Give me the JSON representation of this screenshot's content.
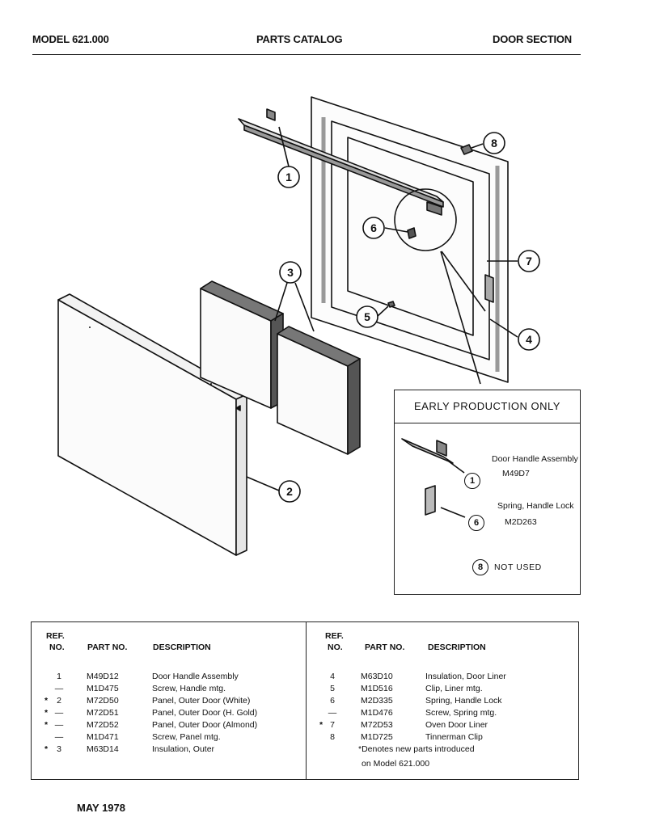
{
  "header": {
    "left": "MODEL 621.000",
    "center": "PARTS CATALOG",
    "right": "DOOR SECTION"
  },
  "diagram_callouts": [
    "1",
    "2",
    "3",
    "4",
    "5",
    "6",
    "7",
    "8"
  ],
  "early_box": {
    "title": "EARLY PRODUCTION ONLY",
    "items": [
      {
        "ref": "1",
        "description": "Door Handle Assembly",
        "part_no": "M49D7"
      },
      {
        "ref": "6",
        "description": "Spring, Handle Lock",
        "part_no": "M2D263"
      },
      {
        "ref": "8",
        "description": "NOT USED"
      }
    ]
  },
  "table": {
    "headers": {
      "ref": "REF.",
      "no": "NO.",
      "part_no": "PART NO.",
      "description": "DESCRIPTION"
    },
    "left_rows": [
      {
        "star": "",
        "ref": "1",
        "part_no": "M49D12",
        "description": "Door Handle Assembly"
      },
      {
        "star": "",
        "ref": "—",
        "part_no": "M1D475",
        "description": "Screw, Handle mtg."
      },
      {
        "star": "*",
        "ref": "2",
        "part_no": "M72D50",
        "description": "Panel, Outer Door (White)"
      },
      {
        "star": "*",
        "ref": "—",
        "part_no": "M72D51",
        "description": "Panel, Outer Door (H. Gold)"
      },
      {
        "star": "*",
        "ref": "—",
        "part_no": "M72D52",
        "description": "Panel, Outer Door (Almond)"
      },
      {
        "star": "",
        "ref": "—",
        "part_no": "M1D471",
        "description": "Screw, Panel mtg."
      },
      {
        "star": "*",
        "ref": "3",
        "part_no": "M63D14",
        "description": "Insulation, Outer"
      }
    ],
    "right_rows": [
      {
        "star": "",
        "ref": "4",
        "part_no": "M63D10",
        "description": "Insulation, Door Liner"
      },
      {
        "star": "",
        "ref": "5",
        "part_no": "M1D516",
        "description": "Clip, Liner mtg."
      },
      {
        "star": "",
        "ref": "6",
        "part_no": "M2D335",
        "description": "Spring, Handle Lock"
      },
      {
        "star": "",
        "ref": "—",
        "part_no": "M1D476",
        "description": "Screw, Spring mtg."
      },
      {
        "star": "*",
        "ref": "7",
        "part_no": "M72D53",
        "description": "Oven Door Liner"
      },
      {
        "star": "",
        "ref": "8",
        "part_no": "M1D725",
        "description": "Tinnerman Clip"
      }
    ],
    "note_line1": "*Denotes new parts introduced",
    "note_line2": "on Model 621.000"
  },
  "footer": {
    "date": "MAY 1978"
  }
}
